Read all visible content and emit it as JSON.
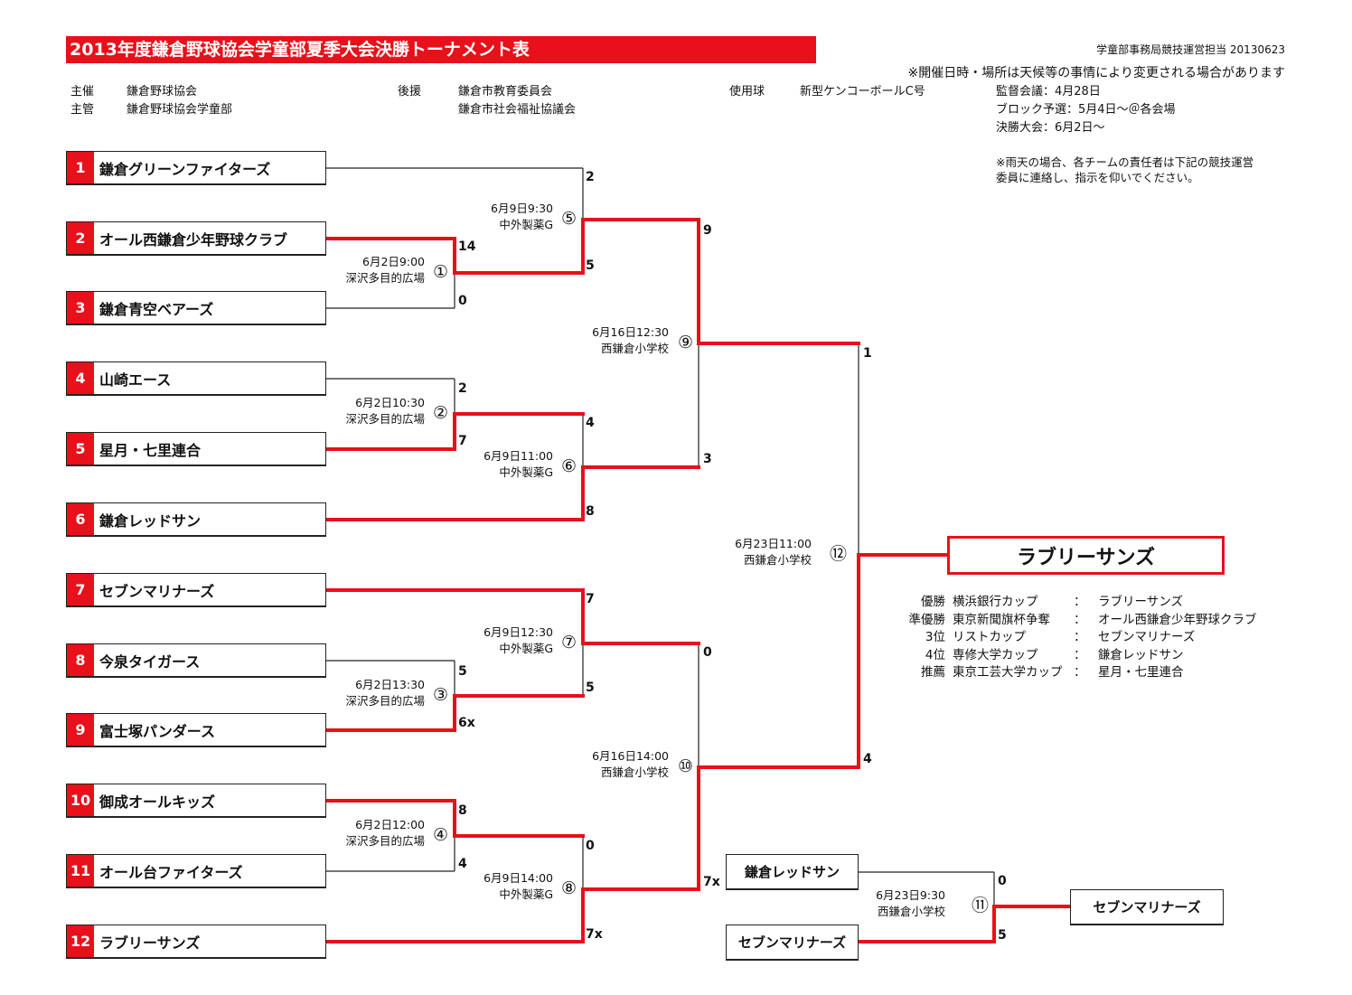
{
  "header": {
    "title": "2013年度鎌倉野球協会学童部夏季大会決勝トーナメント表",
    "office": "学童部事務局競技運営担当  20130623",
    "notice": "※開催日時・場所は天候等の事情により変更される場合があります"
  },
  "meta": {
    "host_label": "主催",
    "host": "鎌倉野球協会",
    "organizer_label": "主管",
    "organizer": "鎌倉野球協会学童部",
    "support_label": "後援",
    "support1": "鎌倉市教育委員会",
    "support2": "鎌倉市社会福祉協議会",
    "ball_label": "使用球",
    "ball": "新型ケンコーボールC号",
    "schedule1": "監督会議：4月28日",
    "schedule2": "ブロック予選：5月4日～＠各会場",
    "schedule3": "決勝大会：6月2日～",
    "rain1": "※雨天の場合、各チームの責任者は下記の競技運営",
    "rain2": "委員に連絡し、指示を仰いでください。"
  },
  "teams": [
    {
      "no": "1",
      "name": "鎌倉グリーンファイターズ"
    },
    {
      "no": "2",
      "name": "オール西鎌倉少年野球クラブ"
    },
    {
      "no": "3",
      "name": "鎌倉青空ベアーズ"
    },
    {
      "no": "4",
      "name": "山崎エース"
    },
    {
      "no": "5",
      "name": "星月・七里連合"
    },
    {
      "no": "6",
      "name": "鎌倉レッドサン"
    },
    {
      "no": "7",
      "name": "セブンマリナーズ"
    },
    {
      "no": "8",
      "name": "今泉タイガース"
    },
    {
      "no": "9",
      "name": "富士塚パンダース"
    },
    {
      "no": "10",
      "name": "御成オールキッズ"
    },
    {
      "no": "11",
      "name": "オール台ファイターズ"
    },
    {
      "no": "12",
      "name": "ラブリーサンズ"
    }
  ],
  "matches": [
    {
      "id": "①",
      "date": "6月2日9:00",
      "venue": "深沢多目的広場"
    },
    {
      "id": "②",
      "date": "6月2日10:30",
      "venue": "深沢多目的広場"
    },
    {
      "id": "③",
      "date": "6月2日13:30",
      "venue": "深沢多目的広場"
    },
    {
      "id": "④",
      "date": "6月2日12:00",
      "venue": "深沢多目的広場"
    },
    {
      "id": "⑤",
      "date": "6月9日9:30",
      "venue": "中外製薬G"
    },
    {
      "id": "⑥",
      "date": "6月9日11:00",
      "venue": "中外製薬G"
    },
    {
      "id": "⑦",
      "date": "6月9日12:30",
      "venue": "中外製薬G"
    },
    {
      "id": "⑧",
      "date": "6月9日14:00",
      "venue": "中外製薬G"
    },
    {
      "id": "⑨",
      "date": "6月16日12:30",
      "venue": "西鎌倉小学校"
    },
    {
      "id": "⑩",
      "date": "6月16日14:00",
      "venue": "西鎌倉小学校"
    },
    {
      "id": "⑪",
      "date": "6月23日9:30",
      "venue": "西鎌倉小学校"
    },
    {
      "id": "⑫",
      "date": "6月23日11:00",
      "venue": "西鎌倉小学校"
    }
  ],
  "scores": [
    "2",
    "14",
    "5",
    "0",
    "9",
    "2",
    "4",
    "7",
    "8",
    "3",
    "1",
    "7",
    "5",
    "5",
    "6x",
    "0",
    "8",
    "0",
    "4",
    "7x",
    "7x",
    "4",
    "0",
    "5"
  ],
  "champion": "ラブリーサンズ",
  "third_place": {
    "team_a": "鎌倉レッドサン",
    "team_b": "セブンマリナーズ",
    "winner": "セブンマリナーズ"
  },
  "awards": [
    {
      "rank": "優勝",
      "cup": "横浜銀行カップ",
      "sep": "：",
      "team": "ラブリーサンズ"
    },
    {
      "rank": "準優勝",
      "cup": "東京新聞旗杯争奪",
      "sep": "：",
      "team": "オール西鎌倉少年野球クラブ"
    },
    {
      "rank": "3位",
      "cup": "リストカップ",
      "sep": "：",
      "team": "セブンマリナーズ"
    },
    {
      "rank": "4位",
      "cup": "専修大学カップ",
      "sep": "：",
      "team": "鎌倉レッドサン"
    },
    {
      "rank": "推薦",
      "cup": "東京工芸大学カップ",
      "sep": "：",
      "team": "星月・七里連合"
    }
  ],
  "colors": {
    "accent": "#e8101a",
    "line": "#222222"
  }
}
